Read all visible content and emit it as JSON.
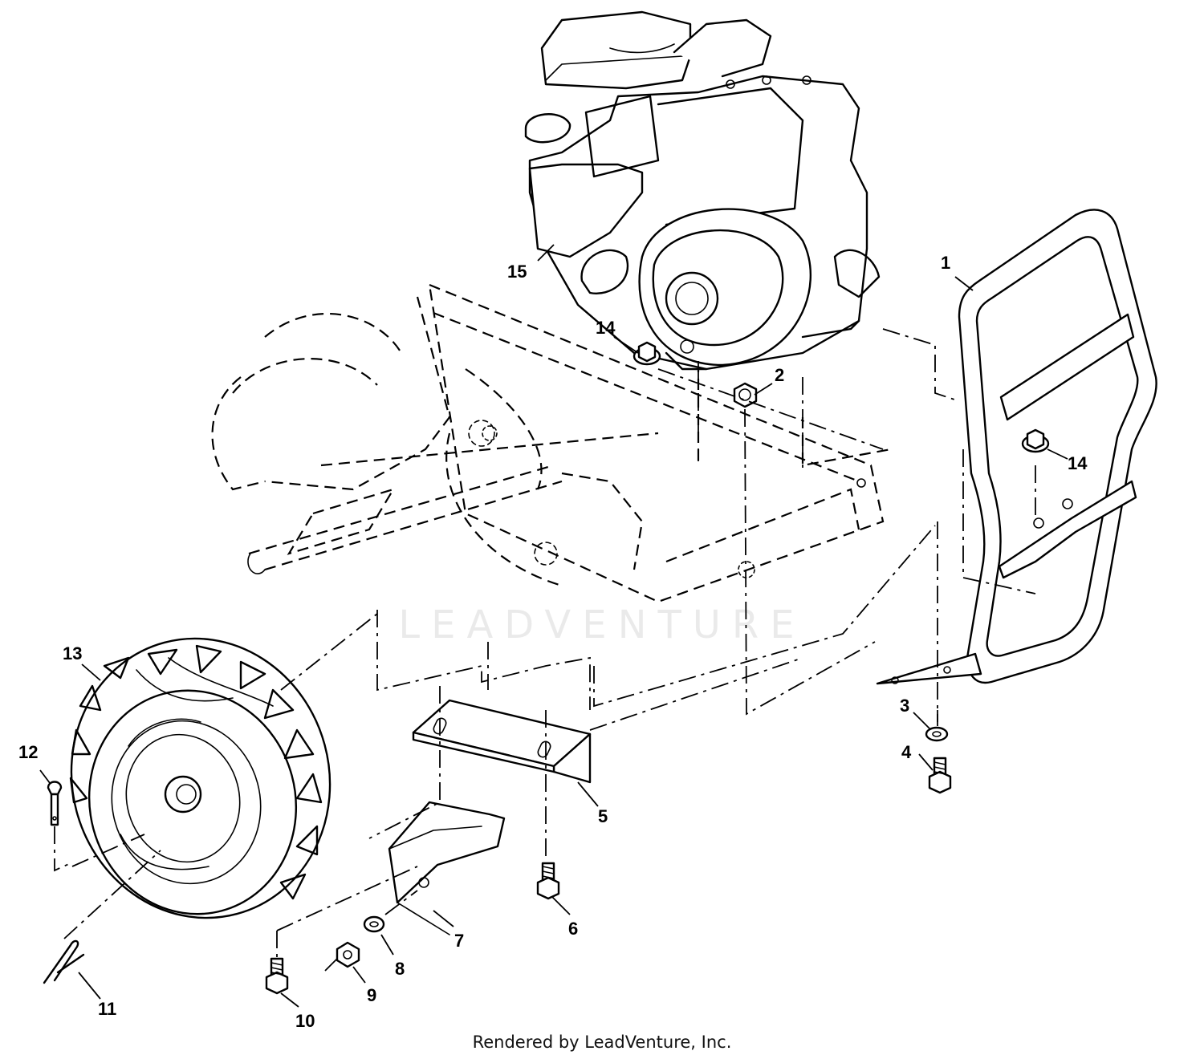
{
  "diagram": {
    "callouts": {
      "c1": "1",
      "c2": "2",
      "c3": "3",
      "c4": "4",
      "c5": "5",
      "c6": "6",
      "c7": "7",
      "c8": "8",
      "c9": "9",
      "c10": "10",
      "c11": "11",
      "c12": "12",
      "c13": "13",
      "c14a": "14",
      "c14b": "14",
      "c15": "15"
    },
    "watermark": "LEADVENTURE"
  },
  "footer": {
    "text": "Rendered by LeadVenture, Inc."
  }
}
